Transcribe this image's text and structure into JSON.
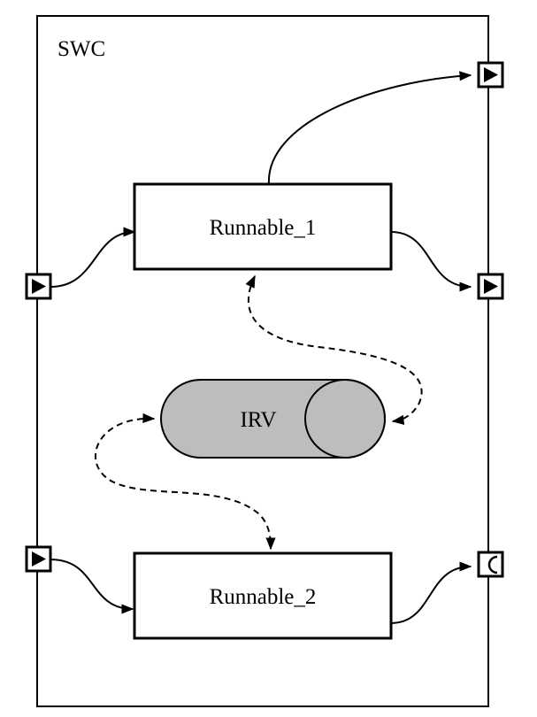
{
  "container": {
    "label": "SWC"
  },
  "runnables": [
    {
      "label": "Runnable_1"
    },
    {
      "label": "Runnable_2"
    }
  ],
  "irv": {
    "label": "IRV",
    "fill_color": "#bdbdbd"
  },
  "ports": [
    {
      "side": "right",
      "type": "provide",
      "icon": "triangle-right-icon"
    },
    {
      "side": "left",
      "type": "require",
      "icon": "triangle-right-icon"
    },
    {
      "side": "right",
      "type": "provide",
      "icon": "triangle-right-icon"
    },
    {
      "side": "left",
      "type": "require",
      "icon": "triangle-right-icon"
    },
    {
      "side": "right",
      "type": "client-server",
      "icon": "half-circle-icon"
    }
  ],
  "colors": {
    "stroke": "#000000",
    "background": "#ffffff"
  }
}
